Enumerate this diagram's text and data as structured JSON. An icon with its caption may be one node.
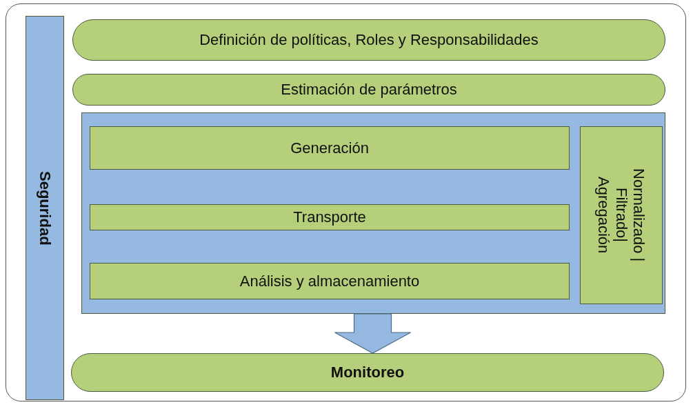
{
  "diagram": {
    "nodes": [
      {
        "text": [
          "Seguridad"
        ]
      },
      {
        "text": [
          "Definición de políticas, Roles y Responsabilidades"
        ]
      },
      {
        "text": [
          "Estimación de parámetros"
        ]
      },
      {
        "text": [],
        "shape": "box"
      },
      {
        "text": [
          "Generación"
        ],
        "in": 3
      },
      {
        "text": [
          "Transporte"
        ],
        "in": 3
      },
      {
        "text": [
          "Análisis y almacenamiento"
        ],
        "in": 3
      },
      {
        "text": [
          "Normalizado | Filtrado| Agregación"
        ],
        "in": 3
      },
      {
        "text": [
          "Monitoreo"
        ]
      }
    ],
    "edges": [
      {
        "from": 3,
        "to": 8,
        "arrow": "to",
        "style": "thick",
        "color": "#95b9e0"
      }
    ]
  }
}
